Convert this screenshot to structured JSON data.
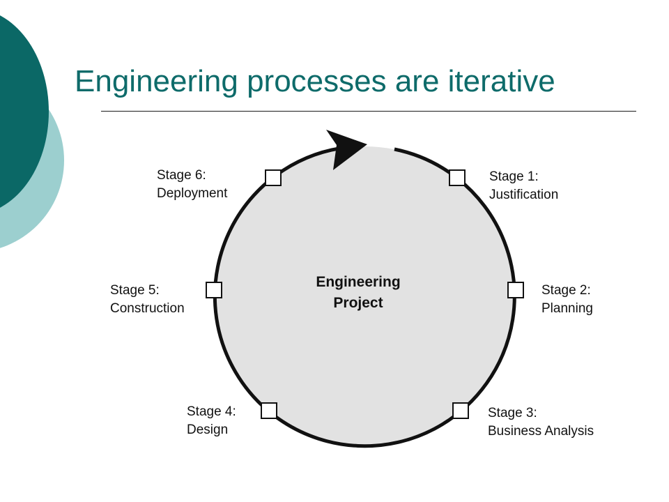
{
  "slide": {
    "title": "Engineering processes are iterative"
  },
  "diagram": {
    "center": {
      "line1": "Engineering",
      "line2": "Project"
    },
    "stages": [
      {
        "line1": "Stage 1:",
        "line2": "Justification"
      },
      {
        "line1": "Stage 2:",
        "line2": "Planning"
      },
      {
        "line1": "Stage 3:",
        "line2": "Business Analysis"
      },
      {
        "line1": "Stage 4:",
        "line2": "Design"
      },
      {
        "line1": "Stage 5:",
        "line2": "Construction"
      },
      {
        "line1": "Stage 6:",
        "line2": "Deployment"
      }
    ]
  },
  "colors": {
    "title": "#0e6b6a",
    "decor_dark": "#0b6866",
    "decor_light": "#9ccfcf",
    "circle_fill": "#e2e2e2",
    "circle_stroke": "#111111"
  }
}
